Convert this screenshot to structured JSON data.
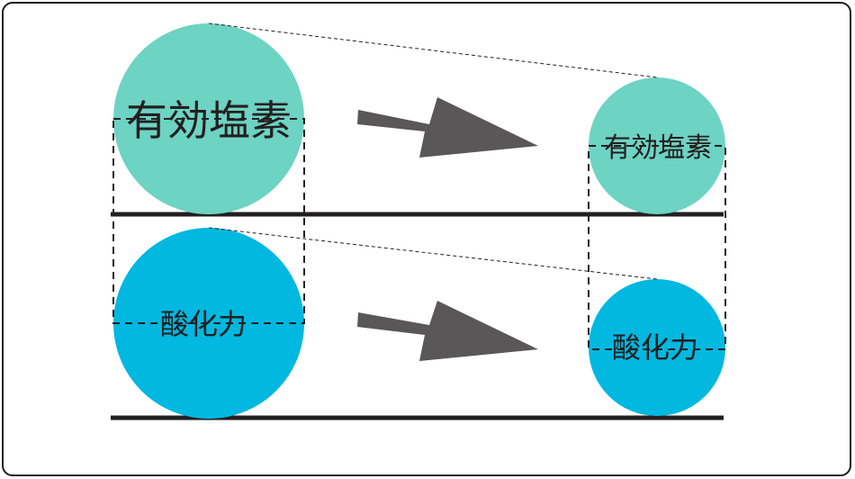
{
  "top_row": {
    "large_label": "有効塩素",
    "small_label": "有効塩素",
    "color": "#6dd3c3"
  },
  "bottom_row": {
    "large_label": "酸化力",
    "small_label": "酸化力",
    "color": "#00b8e0"
  },
  "arrow_color": "#595758",
  "line_color": "#231f20"
}
